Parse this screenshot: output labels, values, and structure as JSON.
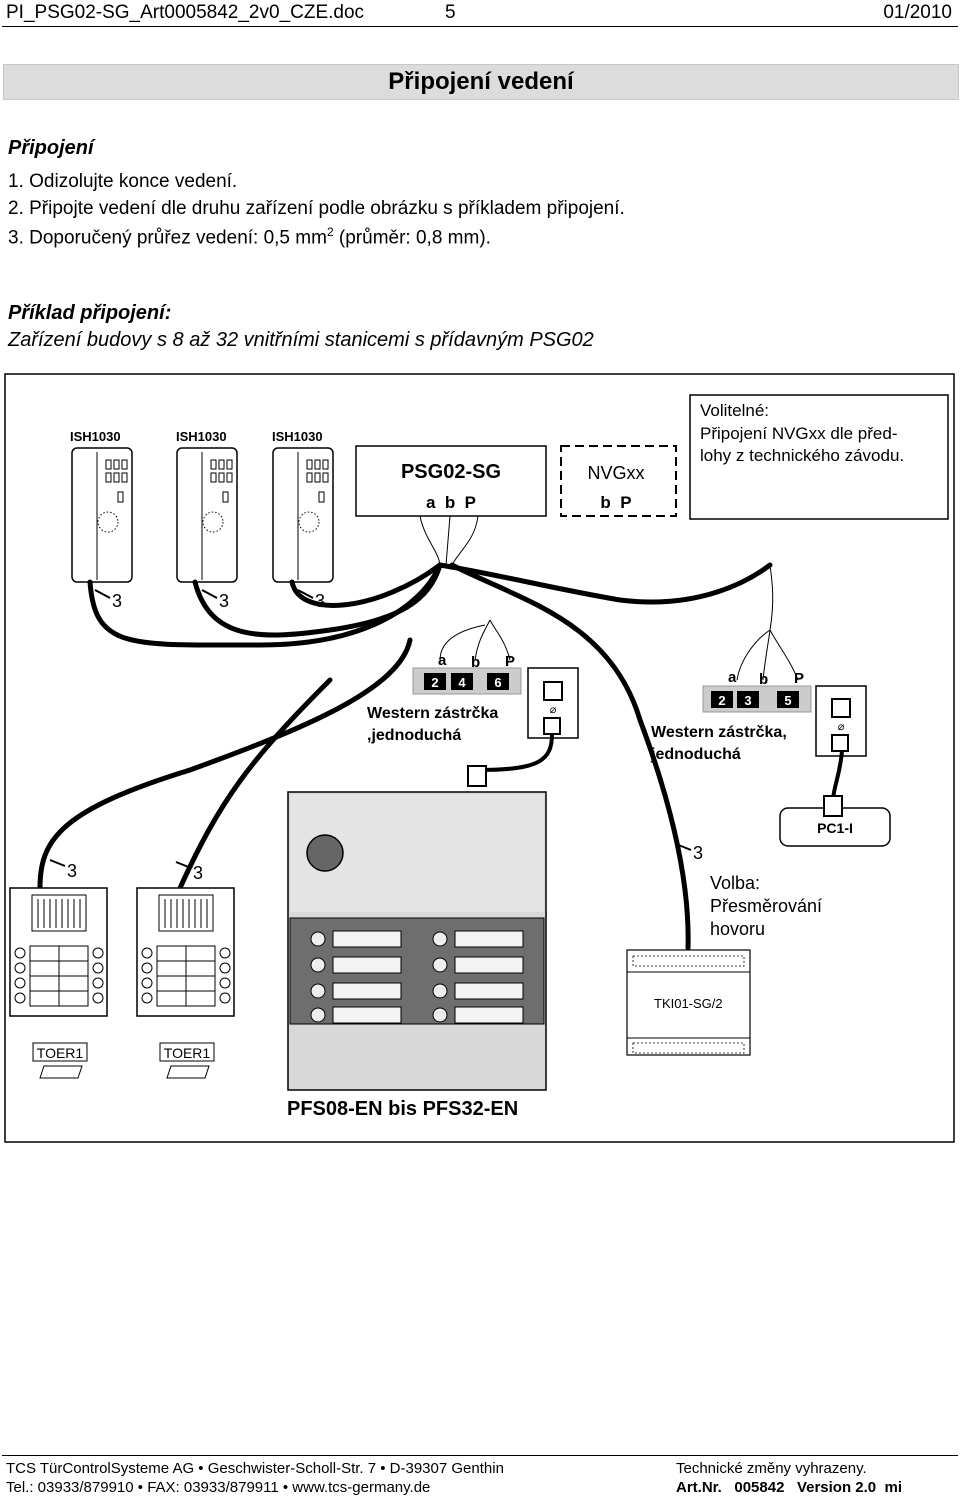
{
  "header": {
    "filename": "PI_PSG02-SG_Art0005842_2v0_CZE.doc",
    "page_number": "5",
    "date": "01/2010"
  },
  "title": "Připojení vedení",
  "section": {
    "heading": "Připojení",
    "steps": [
      "1. Odizolujte konce vedení.",
      "2. Připojte vedení dle druhu zařízení podle obrázku s příkladem připojení.",
      "3. Doporučený průřez vedení: 0,5 mm"
    ],
    "step3_superscript": "2",
    "step3_tail": " (průměr: 0,8 mm)."
  },
  "example": {
    "heading": "Příklad připojení:",
    "subheading": "Zařízení budovy s 8 až 32 vnitřními stanicemi s přídavným PSG02"
  },
  "diagram": {
    "indoor_station_label": "ISH1030",
    "psg_label": "PSG02-SG",
    "psg_terminals": "a  b  P",
    "nvg_label": "NVGxx",
    "nvg_terminals": "b  P",
    "optional_note": [
      "Volitelné:",
      "Připojení NVGxx dle před-",
      "lohy z technického závodu."
    ],
    "wire_count": "3",
    "plug1_pins_top": [
      "a",
      "b",
      "P"
    ],
    "plug1_pins_nums": [
      "2",
      "4",
      "6"
    ],
    "plug1_label": [
      "Western zástrčka",
      ",jednoduchá"
    ],
    "plug2_pins_top": [
      "a",
      "b",
      "P"
    ],
    "plug2_pins_nums": [
      "2",
      "3",
      "5"
    ],
    "plug2_label": [
      "Western zástrčka,",
      "jednoduchá"
    ],
    "pc_label": "PC1-I",
    "volba": [
      "Volba:",
      "Přesměrování",
      "hovoru"
    ],
    "tki_label": "TKI01-SG/2",
    "toer_label": "TOER1",
    "pfs_label": "PFS08-EN bis PFS32-EN"
  },
  "footer": {
    "company": "TCS TürControlSysteme AG • Geschwister-Scholl-Str. 7 • D-39307 Genthin",
    "contact": "Tel.: 03933/879910  •  FAX: 03933/879911  •  www.tcs-germany.de",
    "note": "Technické změny vyhrazeny.",
    "art_label": "Art.Nr.",
    "art_number": "005842",
    "version": "Version 2.0",
    "initials": "mi"
  }
}
